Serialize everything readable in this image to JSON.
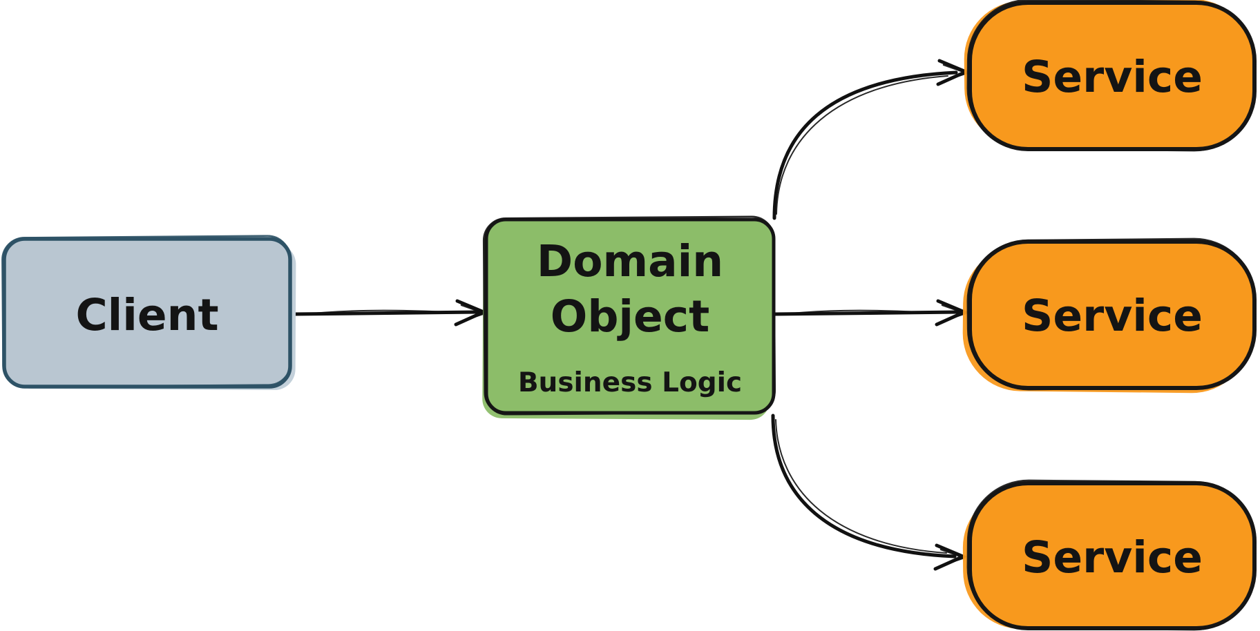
{
  "diagram": {
    "background": "#ffffff",
    "edge_color": "#111111",
    "nodes": {
      "client": {
        "label": "Client",
        "fill": "#b9c6d1",
        "stroke": "#2e5266"
      },
      "domain_object": {
        "title_line1": "Domain",
        "title_line2": "Object",
        "subtitle": "Business Logic",
        "fill": "#8cbd69",
        "stroke": "#161616"
      },
      "service_style": {
        "fill": "#f8991d",
        "stroke": "#161616"
      },
      "services": [
        {
          "label": "Service"
        },
        {
          "label": "Service"
        },
        {
          "label": "Service"
        }
      ]
    },
    "edges": [
      {
        "from": "client",
        "to": "domain_object"
      },
      {
        "from": "domain_object",
        "to": "service_top"
      },
      {
        "from": "domain_object",
        "to": "service_middle"
      },
      {
        "from": "domain_object",
        "to": "service_bottom"
      }
    ]
  }
}
